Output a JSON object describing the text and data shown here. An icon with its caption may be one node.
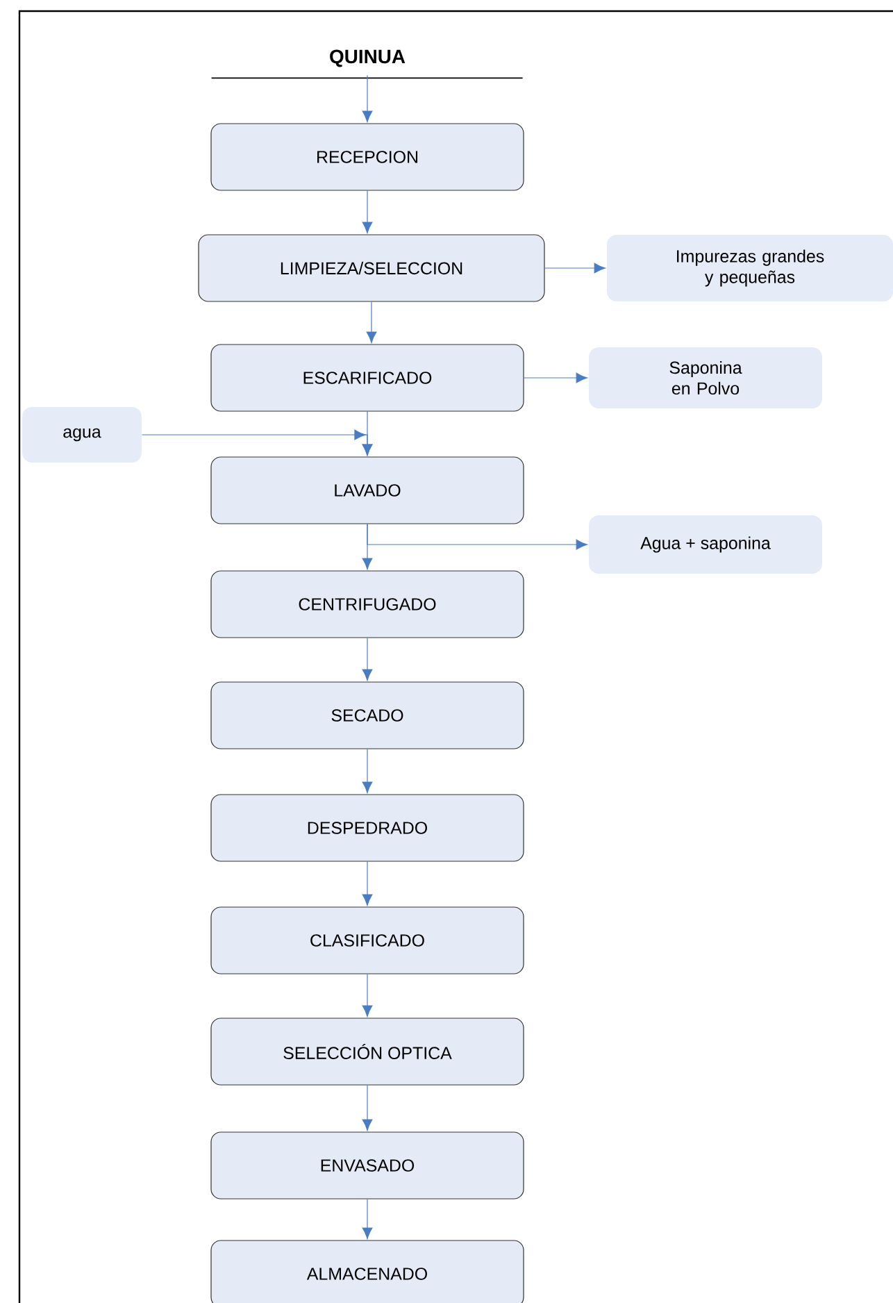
{
  "diagram": {
    "nodes": [
      {
        "text": [
          "QUINUA"
        ]
      },
      {
        "text": [
          "RECEPCION"
        ]
      },
      {
        "text": [
          "LIMPIEZA/SELECCION"
        ]
      },
      {
        "text": [
          "Impurezas grandes y pequeñas"
        ]
      },
      {
        "text": [
          "ESCARIFICADO"
        ]
      },
      {
        "text": [
          "Saponina en Polvo"
        ]
      },
      {
        "text": [
          "agua"
        ]
      },
      {
        "text": [
          "LAVADO"
        ]
      },
      {
        "text": [
          "Agua + saponina"
        ]
      },
      {
        "text": [
          "CENTRIFUGADO"
        ]
      },
      {
        "text": [
          "SECADO"
        ]
      },
      {
        "text": [
          "DESPEDRADO"
        ]
      },
      {
        "text": [
          "CLASIFICADO"
        ]
      },
      {
        "text": [
          "SELECCIÓN OPTICA"
        ]
      },
      {
        "text": [
          "ENVASADO"
        ]
      },
      {
        "text": [
          "ALMACENADO"
        ]
      }
    ],
    "edges": [
      {
        "from": 0,
        "to": 1,
        "arrow": "to"
      },
      {
        "from": 1,
        "to": 2,
        "arrow": "to"
      },
      {
        "from": 2,
        "to": 3,
        "arrow": "to"
      },
      {
        "from": 2,
        "to": 4,
        "arrow": "to"
      },
      {
        "from": 4,
        "to": 5,
        "arrow": "to"
      },
      {
        "from": 4,
        "to": 7,
        "arrow": "to"
      },
      {
        "from": 6,
        "to": 7,
        "arrow": "to"
      },
      {
        "from": 7,
        "to": 8,
        "arrow": "to"
      },
      {
        "from": 7,
        "to": 9,
        "arrow": "to"
      },
      {
        "from": 9,
        "to": 10,
        "arrow": "to"
      },
      {
        "from": 10,
        "to": 11,
        "arrow": "to"
      },
      {
        "from": 11,
        "to": 12,
        "arrow": "to"
      },
      {
        "from": 12,
        "to": 13,
        "arrow": "to"
      },
      {
        "from": 13,
        "to": 14,
        "arrow": "to"
      },
      {
        "from": 14,
        "to": 15,
        "arrow": "to"
      }
    ]
  }
}
